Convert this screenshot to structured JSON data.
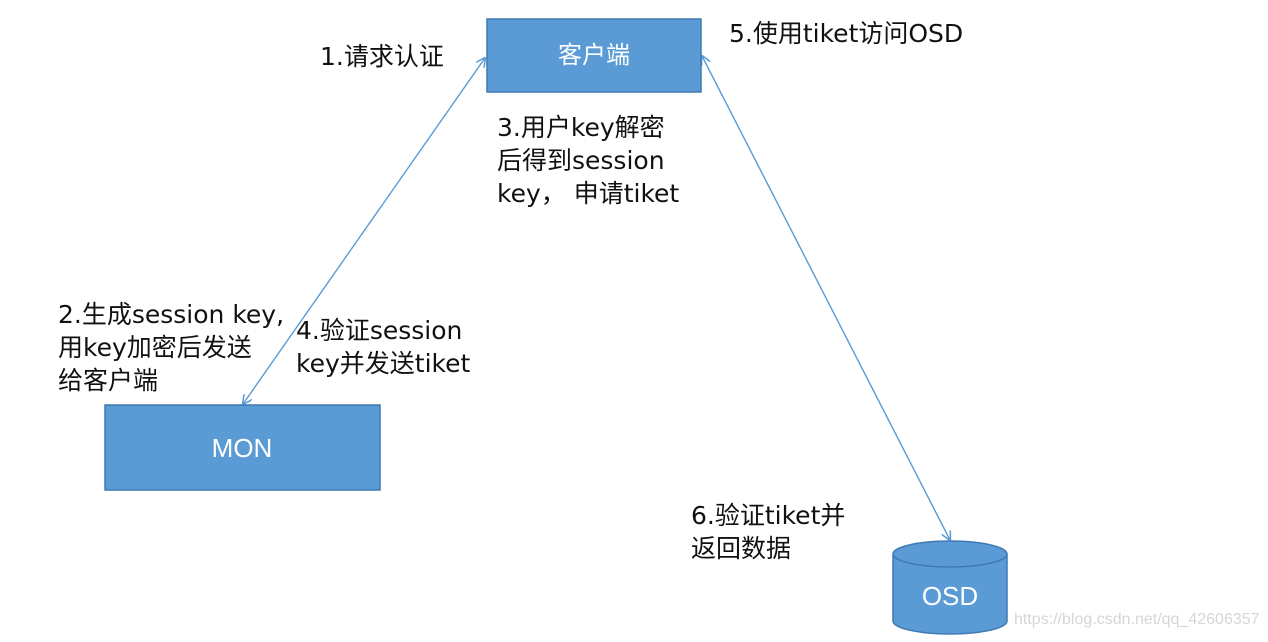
{
  "nodes": {
    "client": "客户端",
    "mon": "MON",
    "osd": "OSD"
  },
  "steps": {
    "s1": [
      "1.请求认证"
    ],
    "s2": [
      "2.生成session key,",
      "用key加密后发送",
      "给客户端"
    ],
    "s3": [
      "3.用户key解密",
      "后得到session",
      "key， 申请tiket"
    ],
    "s4": [
      "4.验证session",
      "key并发送tiket"
    ],
    "s5": [
      "5.使用tiket访问OSD"
    ],
    "s6": [
      "6.验证tiket并",
      "返回数据"
    ]
  },
  "watermark": "https://blog.csdn.net/qq_42606357",
  "colors": {
    "node_fill": "#5b9bd5",
    "node_stroke": "#3f79b3",
    "arrow": "#5b9bd5"
  }
}
